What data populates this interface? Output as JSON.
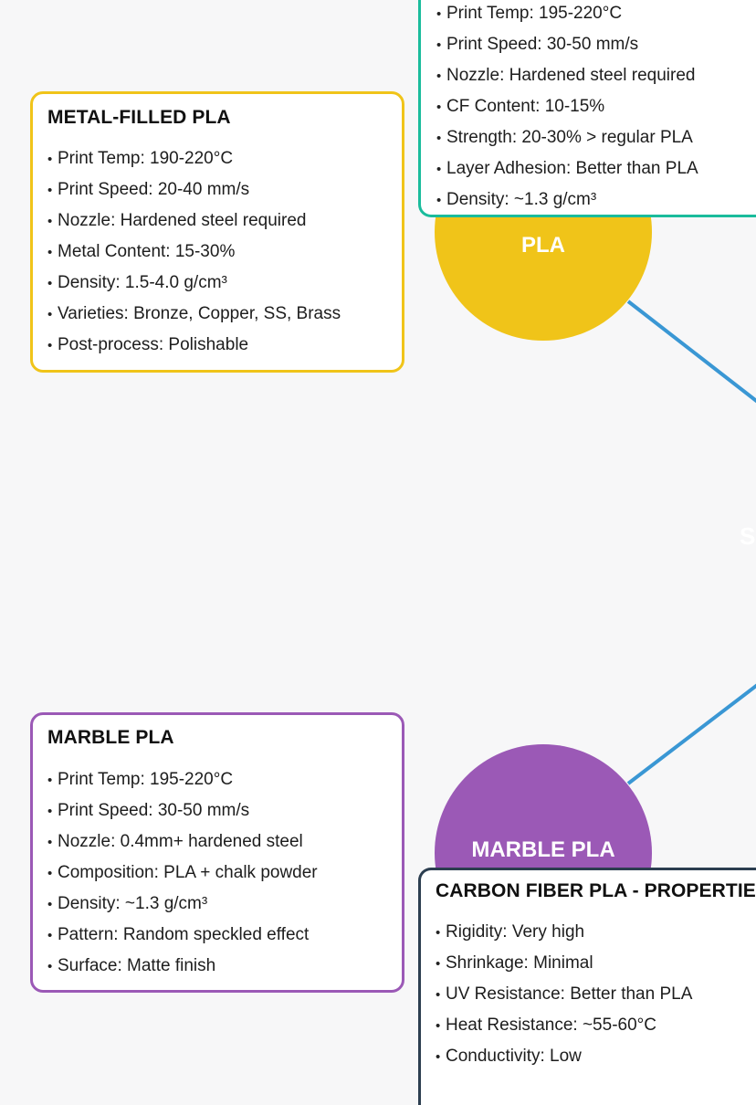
{
  "colors": {
    "background": "#f7f7f8",
    "pla": "#f0c419",
    "marble": "#9b59b6",
    "carbon_fiber": "#1abc9c",
    "cf_properties": "#2c3e50",
    "connector": "#3a97d4"
  },
  "nodes": {
    "pla": {
      "label": "PLA"
    },
    "marble": {
      "label": "MARBLE PLA"
    },
    "edge_letter": {
      "label": "S"
    }
  },
  "cards": {
    "carbon_fiber": {
      "items": [
        "Print Temp: 195-220°C",
        "Print Speed: 30-50 mm/s",
        "Nozzle: Hardened steel required",
        "CF Content: 10-15%",
        "Strength: 20-30% > regular PLA",
        "Layer Adhesion: Better than PLA",
        "Density: ~1.3 g/cm³"
      ]
    },
    "metal_filled": {
      "title": "METAL-FILLED PLA",
      "items": [
        "Print Temp: 190-220°C",
        "Print Speed: 20-40 mm/s",
        "Nozzle: Hardened steel required",
        "Metal Content: 15-30%",
        "Density: 1.5-4.0 g/cm³",
        "Varieties: Bronze, Copper, SS, Brass",
        "Post-process: Polishable"
      ]
    },
    "marble": {
      "title": "MARBLE PLA",
      "items": [
        "Print Temp: 195-220°C",
        "Print Speed: 30-50 mm/s",
        "Nozzle: 0.4mm+ hardened steel",
        "Composition: PLA + chalk powder",
        "Density: ~1.3 g/cm³",
        "Pattern: Random speckled effect",
        "Surface: Matte finish"
      ]
    },
    "cf_properties": {
      "title": "CARBON FIBER PLA - PROPERTIES",
      "items": [
        "Rigidity: Very high",
        "Shrinkage: Minimal",
        "UV Resistance: Better than PLA",
        "Heat Resistance: ~55-60°C",
        "Conductivity: Low"
      ]
    }
  }
}
